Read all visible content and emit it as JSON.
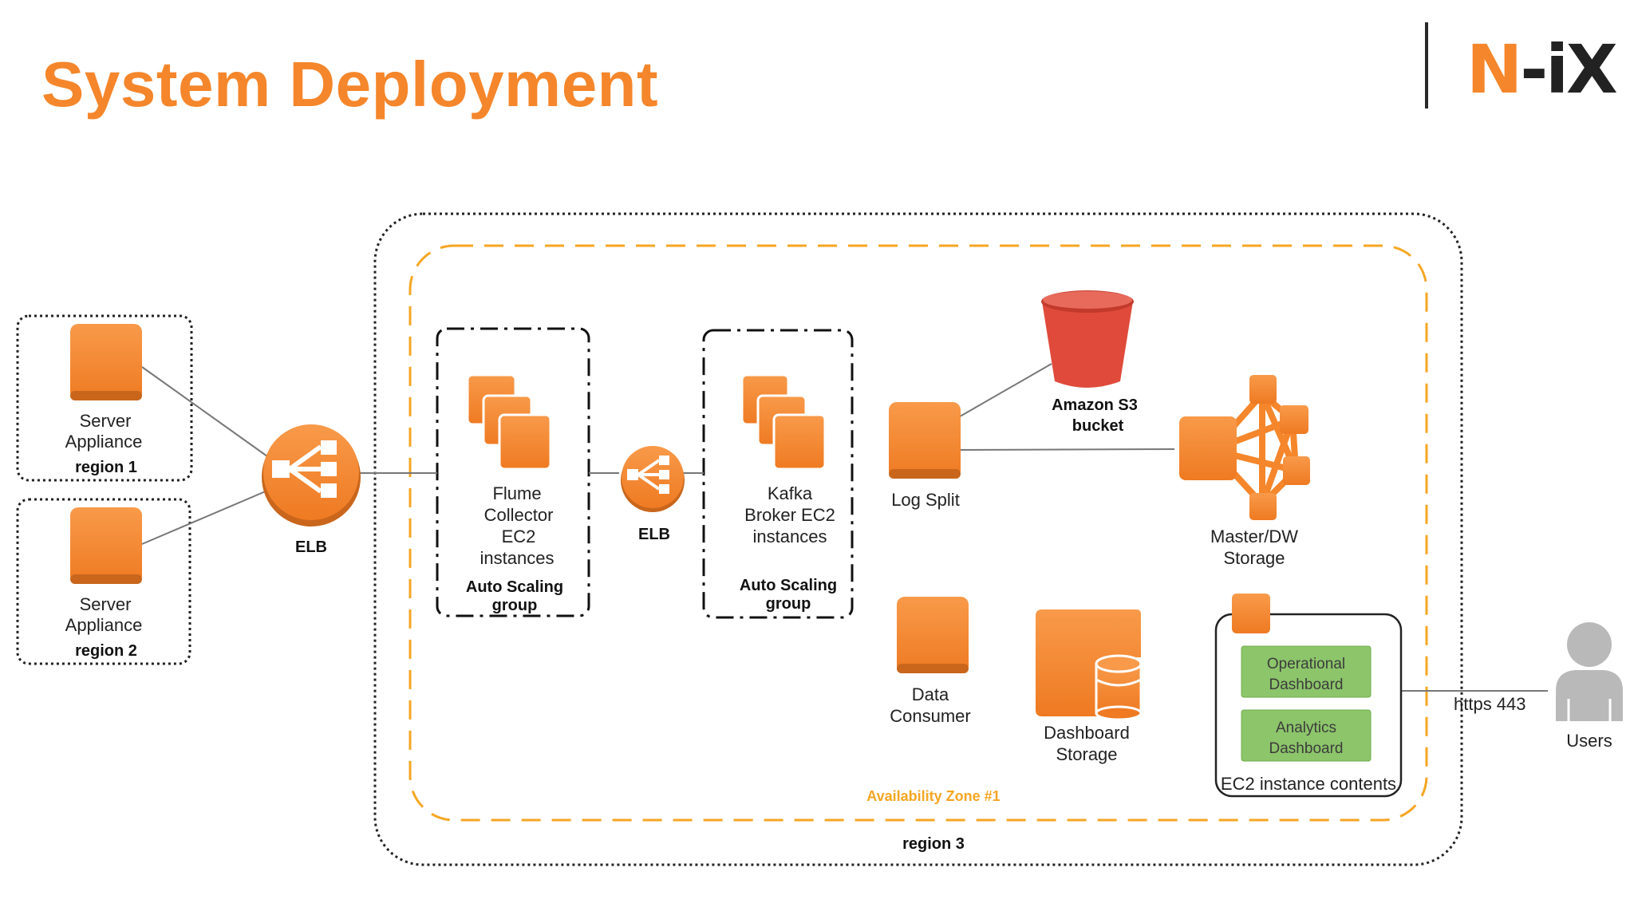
{
  "header": {
    "title": "System Deployment"
  },
  "logo": {
    "n": "N",
    "dash": "-",
    "ix": "iX"
  },
  "colors": {
    "accent": "#f5862b",
    "bucket": "#e04a3a",
    "green": "#8cc56a",
    "gray": "#b9b9b9"
  },
  "diagram": {
    "servers": [
      {
        "label_line1": "Server",
        "label_line2": "Appliance",
        "region": "region 1"
      },
      {
        "label_line1": "Server",
        "label_line2": "Appliance",
        "region": "region 2"
      }
    ],
    "elb_main": "ELB",
    "elb_inner": "ELB",
    "flume": {
      "line1": "Flume",
      "line2": "Collector",
      "line3": "EC2",
      "line4": "instances",
      "group_line1": "Auto Scaling",
      "group_line2": "group"
    },
    "kafka": {
      "line1": "Kafka",
      "line2": "Broker EC2",
      "line3": "instances",
      "group_line1": "Auto Scaling",
      "group_line2": "group"
    },
    "log_split": "Log Split",
    "s3": {
      "line1": "Amazon S3",
      "line2": "bucket"
    },
    "master": {
      "line1": "Master/DW",
      "line2": "Storage"
    },
    "data_consumer": {
      "line1": "Data",
      "line2": "Consumer"
    },
    "dashboard_storage": {
      "line1": "Dashboard",
      "line2": "Storage"
    },
    "ec2_contents": {
      "operational_line1": "Operational",
      "operational_line2": "Dashboard",
      "analytics_line1": "Analytics",
      "analytics_line2": "Dashboard",
      "label": "EC2 instance contents"
    },
    "https": "https 443",
    "users": "Users",
    "availability_zone": "Availability Zone #1",
    "region3": "region 3"
  }
}
